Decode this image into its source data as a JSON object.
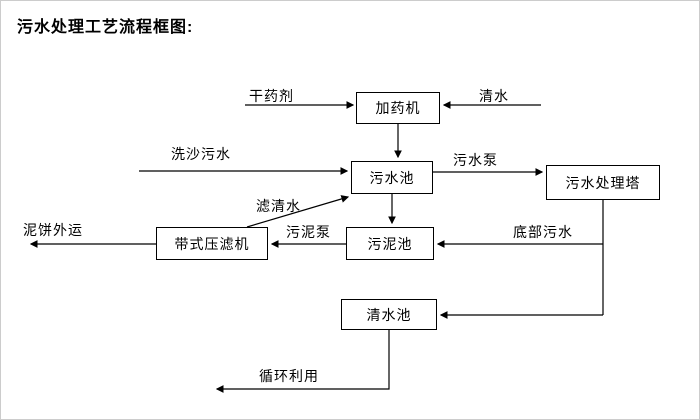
{
  "title": "污水处理工艺流程框图:",
  "nodes": {
    "dosing_machine": "加药机",
    "sewage_pool": "污水池",
    "treatment_tower": "污水处理塔",
    "sludge_pool": "污泥池",
    "belt_filter_press": "带式压滤机",
    "clear_water_pool": "清水池"
  },
  "flow_labels": {
    "dry_chemical": "干药剂",
    "clear_water": "清水",
    "sand_washing_sewage": "洗沙污水",
    "sewage_pump": "污水泵",
    "filtered_water": "滤清水",
    "sludge_pump": "污泥泵",
    "bottom_sewage": "底部污水",
    "mud_cake_outbound": "泥饼外运",
    "recycle_use": "循环利用"
  },
  "colors": {
    "line": "#000000",
    "background": "#ffffff"
  }
}
